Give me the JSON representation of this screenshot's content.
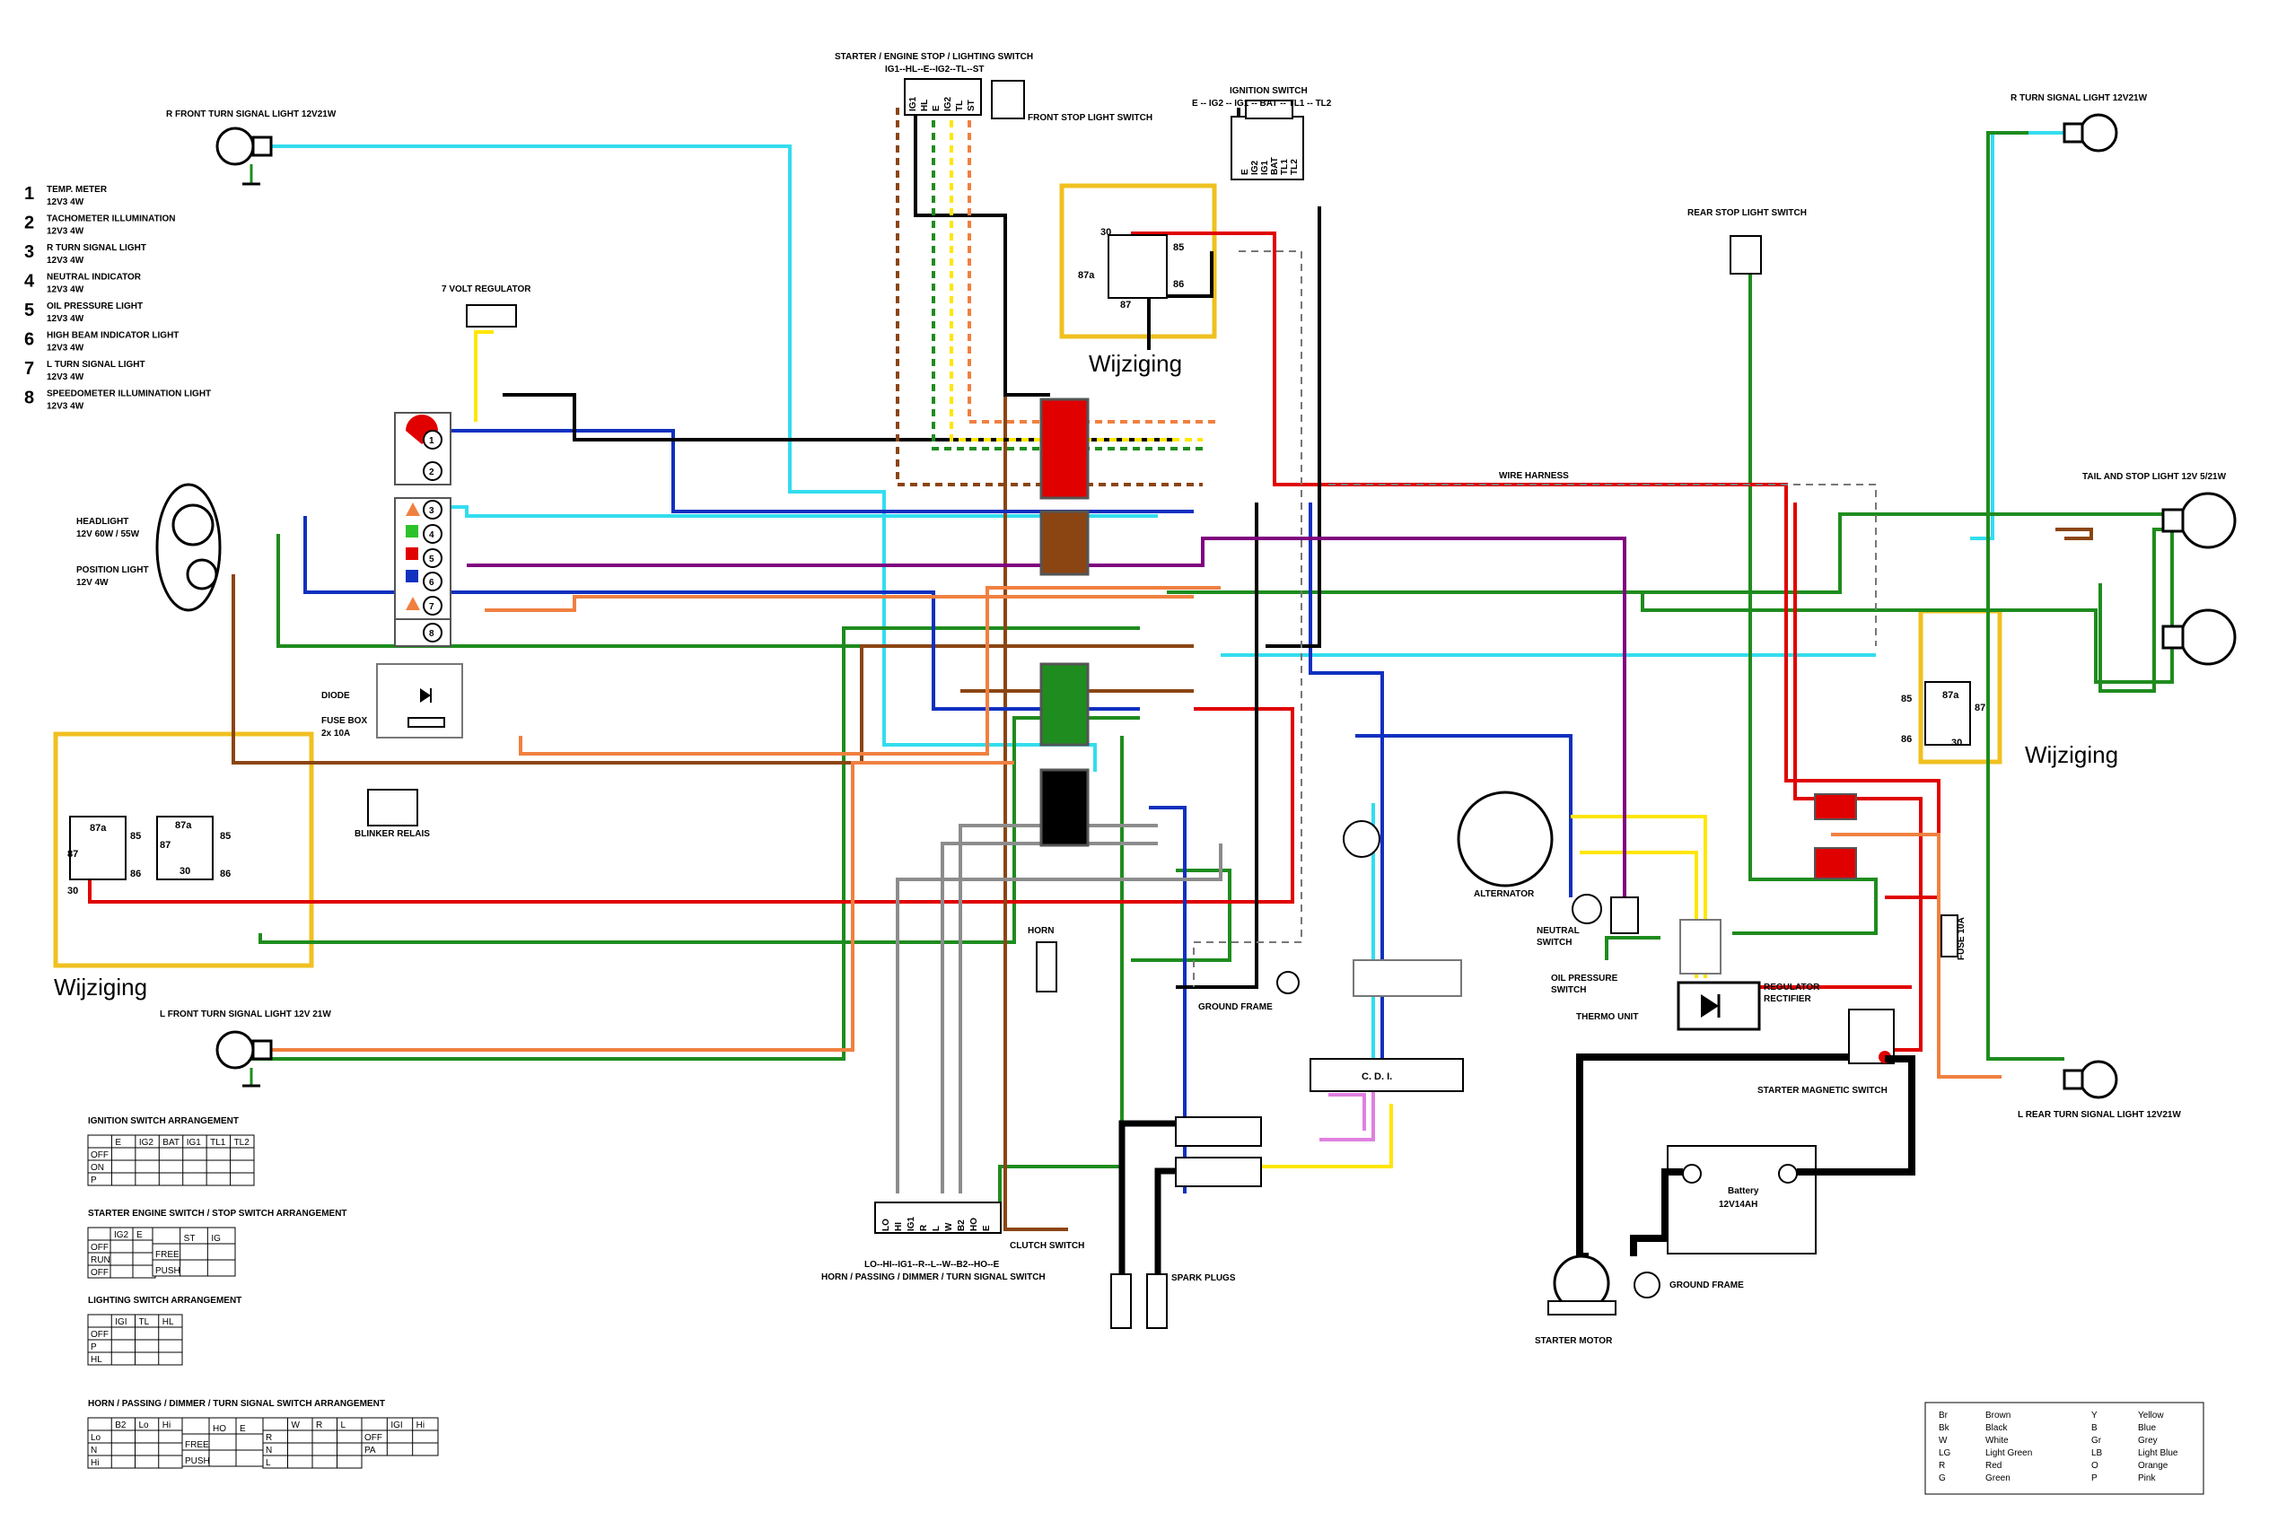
{
  "legend_list": [
    {
      "n": "1",
      "name": "TEMP. METER",
      "spec": "12V3  4W"
    },
    {
      "n": "2",
      "name": "TACHOMETER ILLUMINATION",
      "spec": "12V3  4W"
    },
    {
      "n": "3",
      "name": "R TURN SIGNAL LIGHT",
      "spec": "12V3  4W"
    },
    {
      "n": "4",
      "name": "NEUTRAL INDICATOR",
      "spec": "12V3  4W"
    },
    {
      "n": "5",
      "name": "OIL PRESSURE LIGHT",
      "spec": "12V3  4W"
    },
    {
      "n": "6",
      "name": "HIGH BEAM INDICATOR LIGHT",
      "spec": "12V3  4W"
    },
    {
      "n": "7",
      "name": "L TURN SIGNAL LIGHT",
      "spec": "12V3  4W"
    },
    {
      "n": "8",
      "name": "SPEEDOMETER ILLUMINATION LIGHT",
      "spec": "12V3  4W"
    }
  ],
  "labels": {
    "r_front_turn": "R FRONT TURN SIGNAL LIGHT 12V21W",
    "l_front_turn": "L FRONT TURN SIGNAL LIGHT 12V 21W",
    "r_turn": "R TURN SIGNAL LIGHT 12V21W",
    "l_rear_turn": "L REAR TURN SIGNAL LIGHT 12V21W",
    "tail_stop": "TAIL AND STOP LIGHT 12V 5/21W",
    "starter_switch_1": "STARTER / ENGINE STOP / LIGHTING SWITCH",
    "starter_switch_2": "IG1--HL--E--IG2--TL--ST",
    "front_stop": "FRONT STOP LIGHT SWITCH",
    "ignition_1": "IGNITION SWITCH",
    "ignition_2": "E -- IG2 -- IG1 -- BAT -- TL1 -- TL2",
    "rear_stop": "REAR STOP LIGHT SWITCH",
    "regulator7": "7 VOLT REGULATOR",
    "headlight_1": "HEADLIGHT",
    "headlight_2": "12V 60W / 55W",
    "position_1": "POSITION LIGHT",
    "position_2": "12V 4W",
    "diode": "DIODE",
    "fusebox_1": "FUSE BOX",
    "fusebox_2": "2x 10A",
    "blinker": "BLINKER RELAIS",
    "wire_harness": "WIRE HARNESS",
    "horn": "HORN",
    "ground_frame": "GROUND FRAME",
    "alternator": "ALTERNATOR",
    "neutral_1": "NEUTRAL",
    "neutral_2": "SWITCH",
    "oil_1": "OIL PRESSURE",
    "oil_2": "SWITCH",
    "thermo": "THERMO UNIT",
    "regrect_1": "REGULATOR",
    "regrect_2": "RECTIFIER",
    "fuse10": "FUSE 10A",
    "starter_mag": "STARTER MAGNETIC SWITCH",
    "cdi": "C. D. I.",
    "battery_1": "Battery",
    "battery_2": "12V14AH",
    "ground_frame2": "GROUND FRAME",
    "starter_motor": "STARTER MOTOR",
    "spark_plugs": "SPARK PLUGS",
    "clutch": "CLUTCH SWITCH",
    "horn_sw_1": "LO--HI--IG1--R--L--W--B2--HO--E",
    "horn_sw_2": "HORN / PASSING / DIMMER / TURN SIGNAL SWITCH",
    "horn_sw_pins": [
      "LO",
      "HI",
      "IG1",
      "R",
      "L",
      "W",
      "B2",
      "HO",
      "E"
    ],
    "start_sw_pins": [
      "IG1",
      "HL",
      "E",
      "IG2",
      "TL",
      "ST"
    ],
    "ign_pins": [
      "E",
      "IG2",
      "IG1",
      "BAT",
      "TL1",
      "TL2"
    ],
    "wijziging": "Wijziging",
    "relay_pins": {
      "p30": "30",
      "p85": "85",
      "p86": "86",
      "p87": "87",
      "p87a": "87a"
    }
  },
  "tables": {
    "ign_title": "IGNITION SWITCH ARRANGEMENT",
    "ign_cols": [
      "",
      "E",
      "IG2",
      "BAT",
      "IG1",
      "TL1",
      "TL2"
    ],
    "ign_rows": [
      "OFF",
      "ON",
      "P"
    ],
    "start_title": "STARTER ENGINE SWITCH / STOP SWITCH  ARRANGEMENT",
    "start_cols1": [
      "",
      "IG2",
      "E"
    ],
    "start_rows1": [
      "OFF",
      "RUN",
      "OFF"
    ],
    "start_cols2": [
      "",
      "ST",
      "IG"
    ],
    "start_rows2": [
      "FREE",
      "PUSH"
    ],
    "light_title": "LIGHTING SWITCH ARRANGEMENT",
    "light_cols": [
      "",
      "IGI",
      "TL",
      "HL"
    ],
    "light_rows": [
      "OFF",
      "P",
      "HL"
    ],
    "horn_title": "HORN / PASSING / DIMMER / TURN SIGNAL SWITCH ARRANGEMENT",
    "horn_cols1": [
      "",
      "B2",
      "Lo",
      "Hi"
    ],
    "horn_rows1": [
      "Lo",
      "N",
      "Hi"
    ],
    "horn_cols2": [
      "",
      "HO",
      "E"
    ],
    "horn_rows2": [
      "FREE",
      "PUSH"
    ],
    "horn_cols3": [
      "",
      "W",
      "R",
      "L"
    ],
    "horn_rows3": [
      "R",
      "N",
      "L"
    ],
    "horn_cols4": [
      "",
      "IGI",
      "Hi"
    ],
    "horn_rows4": [
      "OFF",
      "PA"
    ]
  },
  "color_legend": [
    {
      "code": "Br",
      "name": "Brown"
    },
    {
      "code": "Bk",
      "name": "Black"
    },
    {
      "code": "W",
      "name": "White"
    },
    {
      "code": "LG",
      "name": "Light Green"
    },
    {
      "code": "R",
      "name": "Red"
    },
    {
      "code": "G",
      "name": "Green"
    },
    {
      "code": "Y",
      "name": "Yellow"
    },
    {
      "code": "B",
      "name": "Blue"
    },
    {
      "code": "Gr",
      "name": "Grey"
    },
    {
      "code": "LB",
      "name": "Light Blue"
    },
    {
      "code": "O",
      "name": "Orange"
    },
    {
      "code": "P",
      "name": "Pink"
    }
  ],
  "colors": {
    "brown": "#8B4513",
    "black": "#000000",
    "red": "#E00000",
    "green": "#1E8C1E",
    "lightgreen": "#2CC22C",
    "blue": "#1030C0",
    "lightblue": "#33DDEE",
    "yellow": "#FFE600",
    "orange": "#F08040",
    "purple": "#800080",
    "grey": "#8C8C8C",
    "pink": "#E080E0",
    "highlight": "#F0C020"
  }
}
